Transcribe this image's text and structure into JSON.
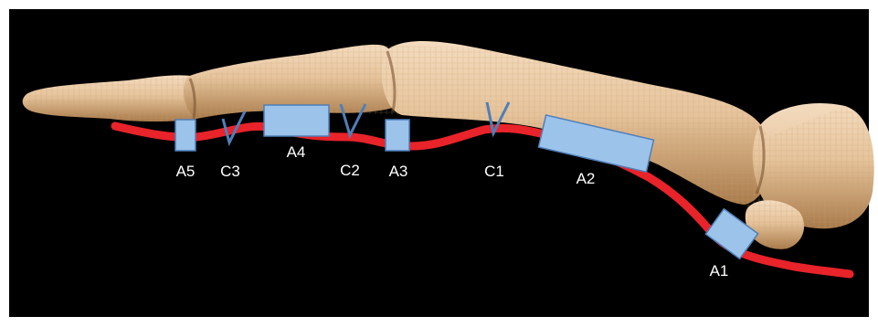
{
  "figure": {
    "background_color": "#000000",
    "bone_color": "#e2c29a",
    "tendon_color": "#e8232a",
    "pulley_fill": "#9cc3ea",
    "pulley_stroke": "#4f7fb8",
    "label_color": "#ffffff"
  },
  "pulleys": {
    "a1": {
      "label": "A1",
      "type": "annular"
    },
    "a2": {
      "label": "A2",
      "type": "annular"
    },
    "a3": {
      "label": "A3",
      "type": "annular"
    },
    "a4": {
      "label": "A4",
      "type": "annular"
    },
    "a5": {
      "label": "A5",
      "type": "annular"
    },
    "c1": {
      "label": "C1",
      "type": "cruciform"
    },
    "c2": {
      "label": "C2",
      "type": "cruciform"
    },
    "c3": {
      "label": "C3",
      "type": "cruciform"
    }
  }
}
